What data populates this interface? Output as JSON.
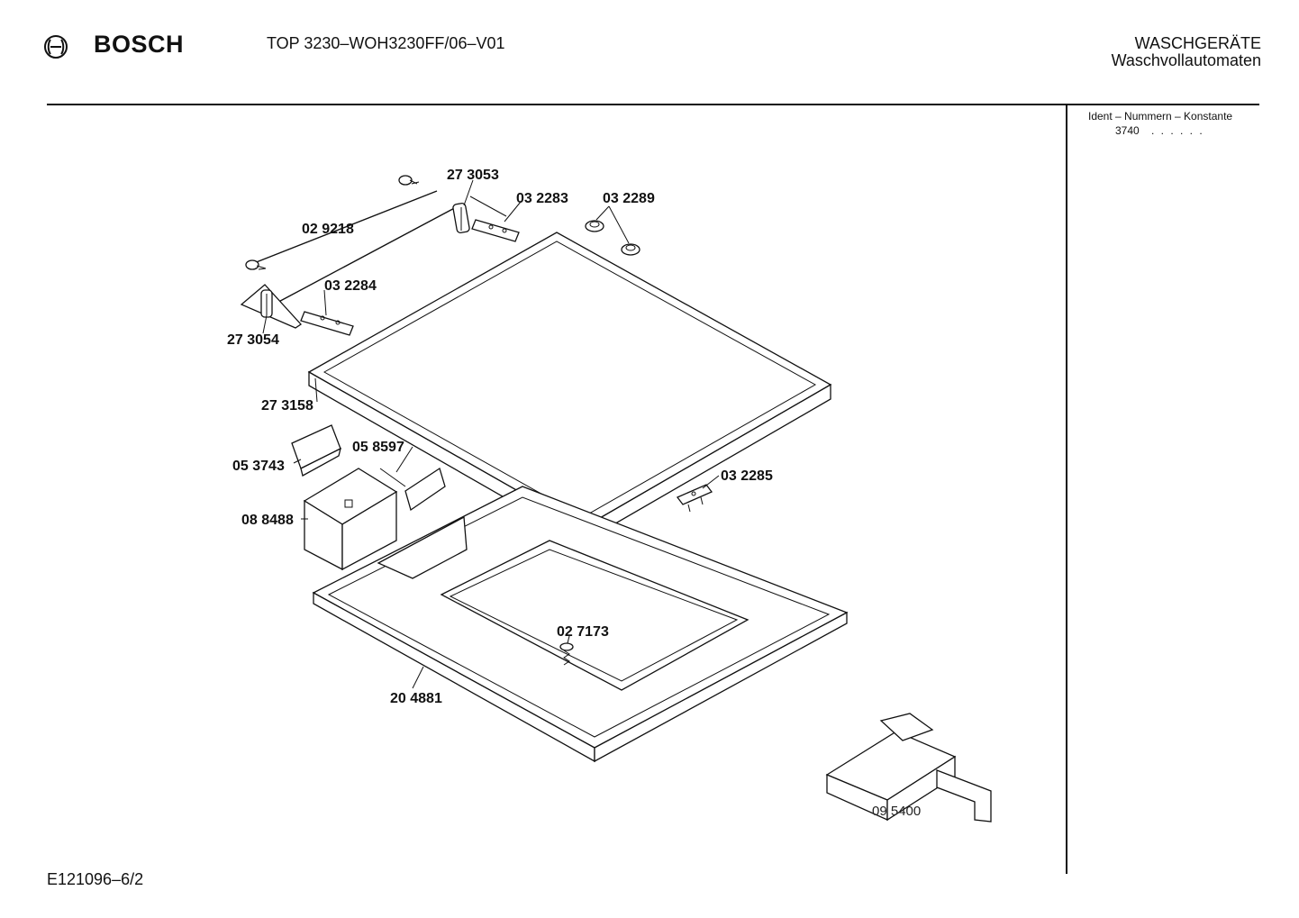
{
  "header": {
    "brand": "BOSCH",
    "model": "TOP 3230–WOH3230FF/06–V01",
    "category": "WASCHGERÄTE",
    "subcategory": "Waschvollautomaten"
  },
  "ident": {
    "title": "Ident – Nummern – Konstante",
    "value": "3740",
    "dots": ". . . . . ."
  },
  "footer": {
    "code": "E121096–6/2"
  },
  "parts": [
    {
      "id": "27 3053"
    },
    {
      "id": "03 2283"
    },
    {
      "id": "03 2289"
    },
    {
      "id": "02 9218"
    },
    {
      "id": "03 2284"
    },
    {
      "id": "27 3054"
    },
    {
      "id": "27 3158"
    },
    {
      "id": "05 8597"
    },
    {
      "id": "05 3743"
    },
    {
      "id": "03 2285"
    },
    {
      "id": "08 8488"
    },
    {
      "id": "02 7173"
    },
    {
      "id": "20 4881"
    },
    {
      "id": "09 5400"
    }
  ],
  "icons": {
    "logo": "bosch-logo-icon"
  }
}
